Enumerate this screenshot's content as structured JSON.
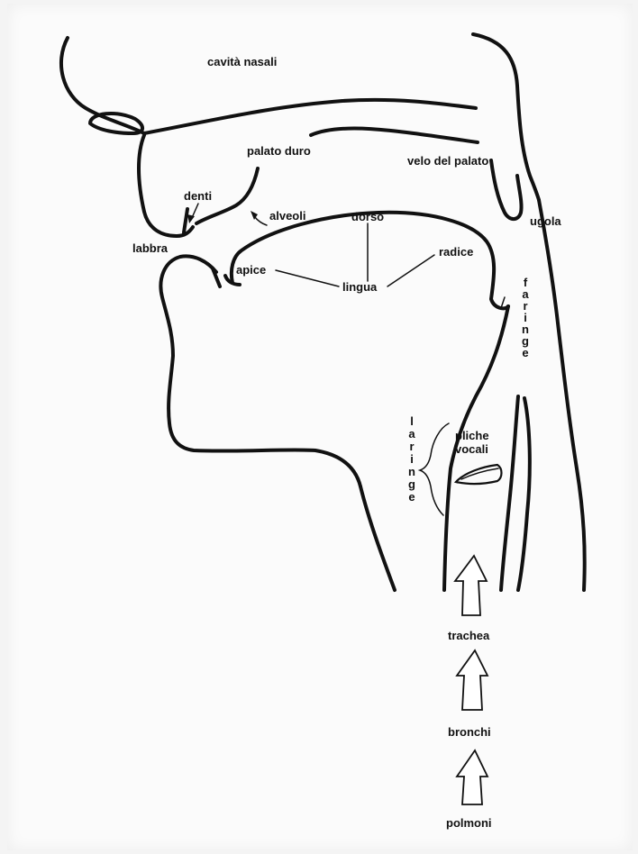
{
  "labels": {
    "nasal_cavity": "cavità nasali",
    "hard_palate": "palato duro",
    "soft_palate": "velo del palato",
    "teeth": "denti",
    "alveoli": "alveoli",
    "dorsum": "dorso",
    "lips": "labbra",
    "uvula": "ugola",
    "root": "radice",
    "apex": "apice",
    "tongue": "lingua",
    "pharynx": "faringe",
    "larynx": "laringe",
    "vocal_folds_line1": "pliche",
    "vocal_folds_line2": "vocali",
    "trachea": "trachea",
    "bronchi": "bronchi",
    "lungs": "polmoni"
  },
  "colors": {
    "ink": "#111111",
    "paper": "#fbfbfb",
    "background": "#f4f4f4"
  }
}
